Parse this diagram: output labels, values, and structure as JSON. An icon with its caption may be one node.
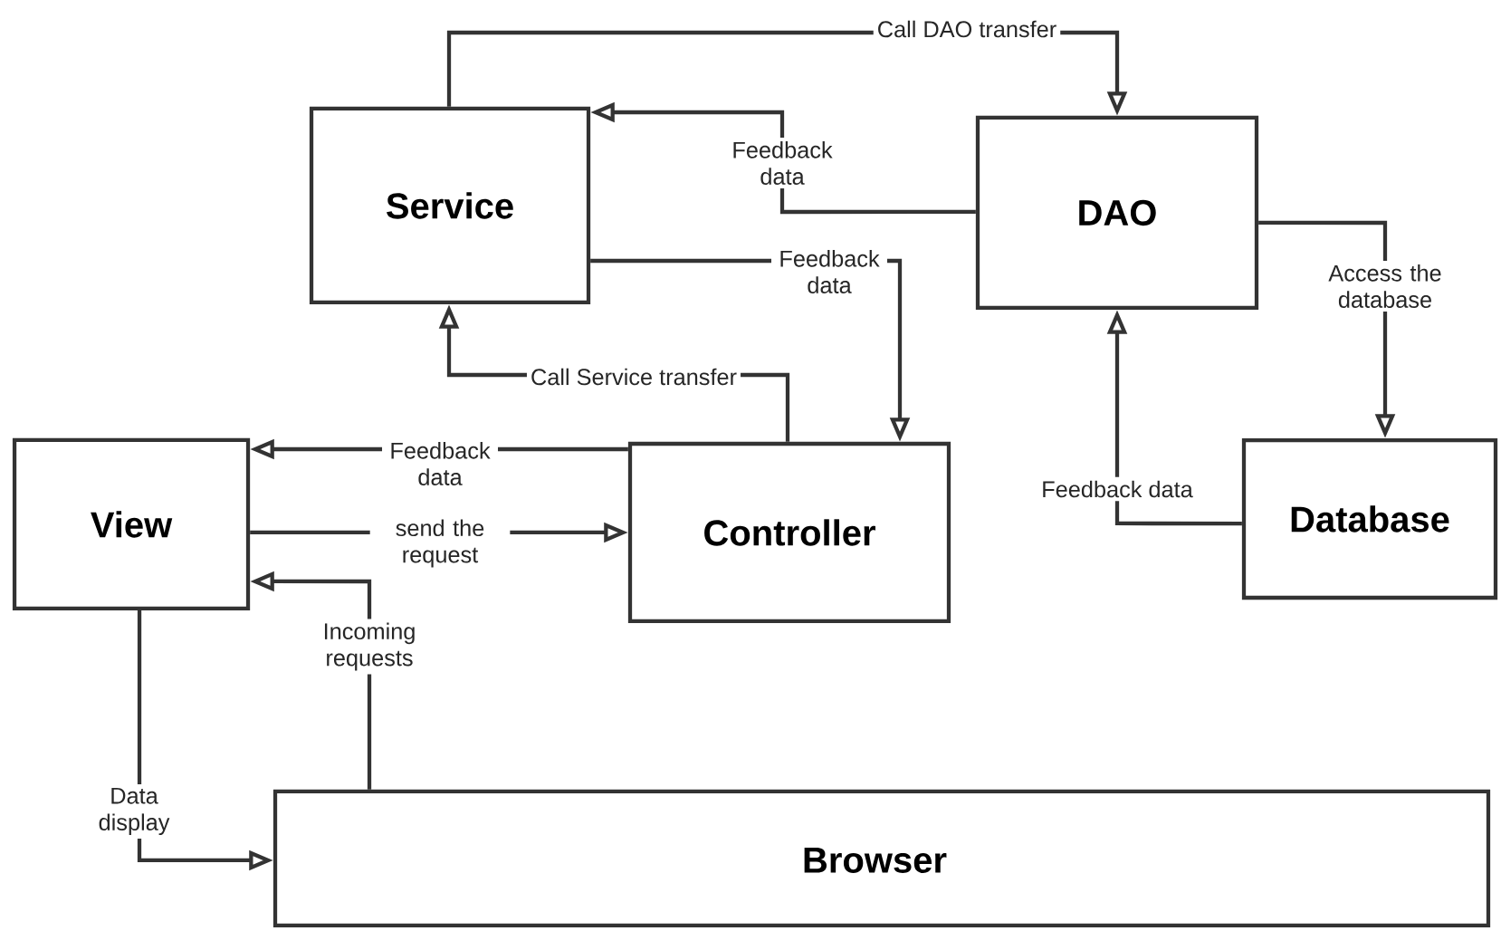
{
  "diagram": {
    "nodes": [
      {
        "text": [
          "Service"
        ]
      },
      {
        "text": [
          "DAO"
        ]
      },
      {
        "text": [
          "View"
        ]
      },
      {
        "text": [
          "Controller"
        ]
      },
      {
        "text": [
          "Database"
        ]
      },
      {
        "text": [
          "Browser"
        ]
      }
    ],
    "edges": [
      {
        "from": 0,
        "to": 1,
        "arrow": "to",
        "label": "Call DAO transfer"
      },
      {
        "from": 1,
        "to": 0,
        "arrow": "to",
        "label": "Feedback data"
      },
      {
        "from": 0,
        "to": 3,
        "arrow": "to",
        "label": "Feedback data"
      },
      {
        "from": 3,
        "to": 0,
        "arrow": "to",
        "label": "Call Service transfer"
      },
      {
        "from": 3,
        "to": 2,
        "arrow": "to",
        "label": "Feedback data"
      },
      {
        "from": 2,
        "to": 3,
        "arrow": "to",
        "label": "send the request"
      },
      {
        "from": 5,
        "to": 2,
        "arrow": "to",
        "label": "Incoming requests"
      },
      {
        "from": 2,
        "to": 5,
        "arrow": "to",
        "label": "Data display"
      },
      {
        "from": 1,
        "to": 4,
        "arrow": "to",
        "label": "Access the database"
      },
      {
        "from": 4,
        "to": 1,
        "arrow": "to",
        "label": "Feedback data"
      }
    ]
  }
}
